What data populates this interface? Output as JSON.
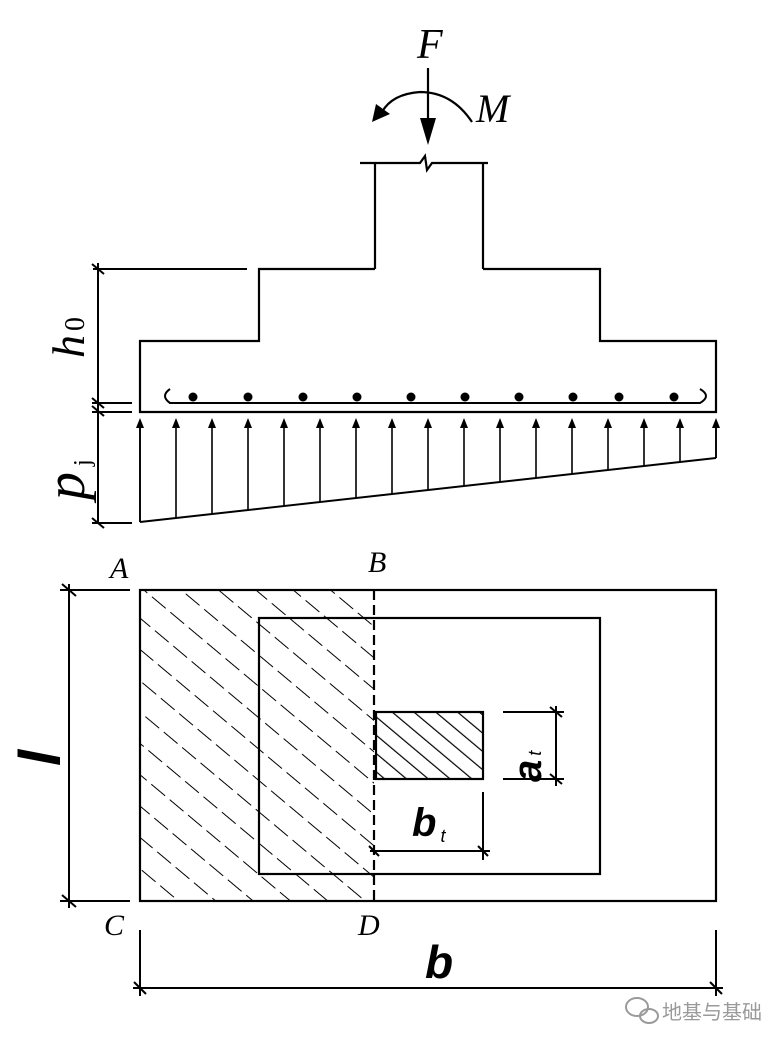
{
  "labels": {
    "force": "F",
    "moment": "M",
    "effective_depth": "h",
    "effective_depth_sub": "0",
    "net_pressure": "p",
    "net_pressure_sub": "j",
    "corner_a": "A",
    "corner_b": "B",
    "corner_c": "C",
    "corner_d": "D",
    "length": "l",
    "width": "b",
    "column_a": "a",
    "column_a_sub": "t",
    "column_b": "b",
    "column_b_sub": "t"
  },
  "watermark": {
    "text": "地基与基础",
    "icon": "wechat-icon"
  },
  "colors": {
    "line": "#000000",
    "background": "#ffffff",
    "watermark": "#9a9a9a"
  }
}
